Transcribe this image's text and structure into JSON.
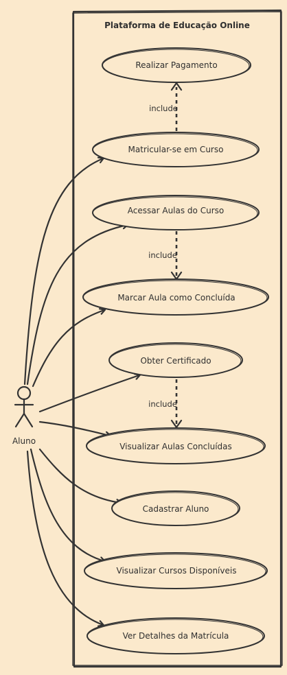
{
  "diagram": {
    "system_title": "Plataforma de Educação Online",
    "actor": {
      "label": "Aluno"
    },
    "use_cases": {
      "pagamento": "Realizar Pagamento",
      "matricular": "Matricular-se em Curso",
      "acessar": "Acessar Aulas do Curso",
      "marcar": "Marcar Aula como Concluída",
      "certificado": "Obter Certificado",
      "visualizar_aulas": "Visualizar Aulas Concluídas",
      "cadastrar": "Cadastrar Aluno",
      "visualizar_cursos": "Visualizar Cursos Disponíveis",
      "detalhes": "Ver Detalhes da Matrícula"
    },
    "relations": {
      "include_1": "include",
      "include_2": "include",
      "include_3": "include"
    },
    "colors": {
      "background": "#fbe9cc",
      "stroke": "#333333",
      "text": "#2f2f2f"
    }
  }
}
